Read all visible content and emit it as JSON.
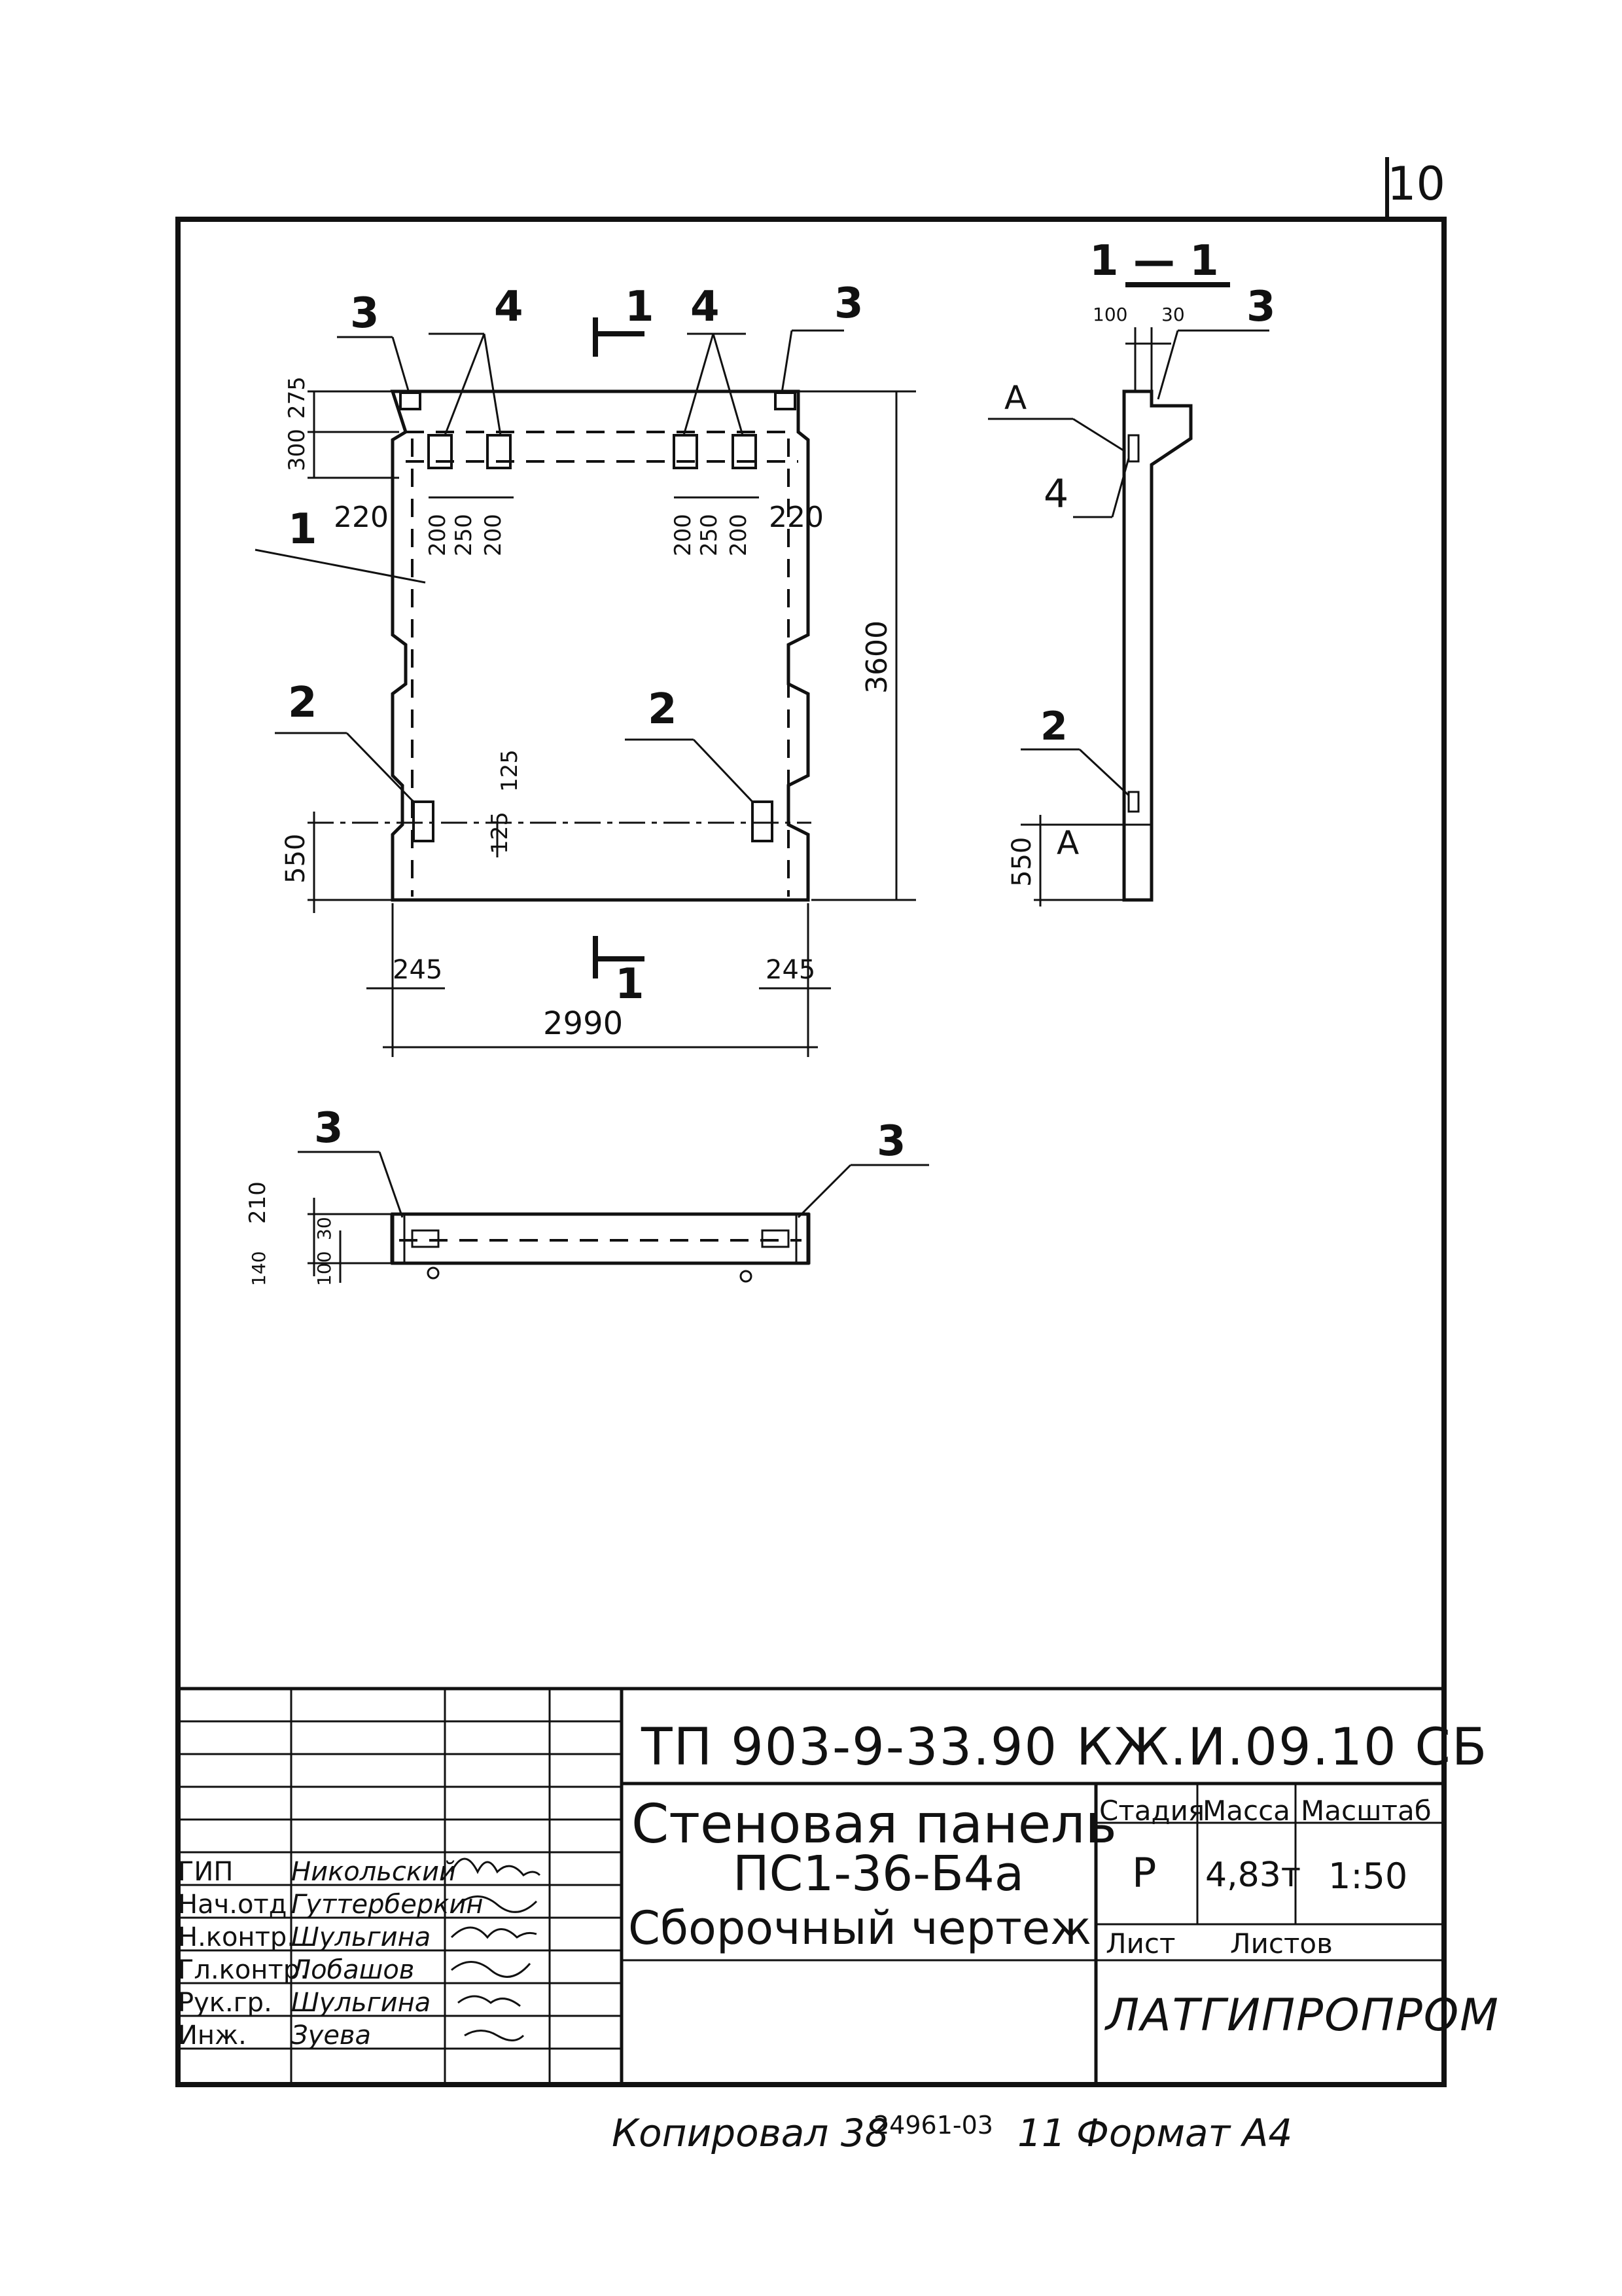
{
  "sheet_number": "10",
  "section_label": "1 — 1",
  "plan_view": {
    "dim_labels": [
      "275",
      "300",
      "220",
      "200",
      "250",
      "200",
      "200",
      "250",
      "200",
      "220",
      "3600",
      "125",
      "125",
      "550",
      "245",
      "245",
      "2990"
    ],
    "callouts": [
      "3",
      "4",
      "1",
      "4",
      "3",
      "1",
      "2",
      "2"
    ],
    "cut_mark": "1"
  },
  "section_view": {
    "dims": [
      "100",
      "30",
      "550"
    ],
    "callouts": [
      "3",
      "4",
      "2"
    ],
    "marks": [
      "А",
      "А"
    ]
  },
  "edge_view": {
    "dims": [
      "210",
      "30",
      "100",
      "140"
    ],
    "callouts": [
      "3",
      "3"
    ]
  },
  "title_block": {
    "project_code": "ТП 903-9-33.90",
    "doc_code": "КЖ.И.09.10 СБ",
    "title_line1": "Стеновая панель",
    "title_line2": "ПС1-36-Б4а",
    "title_line3": "Сборочный чертеж",
    "stage_header": "Стадия",
    "mass_header": "Масса",
    "scale_header": "Масштаб",
    "stage_value": "Р",
    "mass_value": "4,83т",
    "scale_value": "1:50",
    "sheet_label": "Лист",
    "sheets_label": "Листов",
    "organization": "ЛАТГИПРОПРОМ",
    "signatures": [
      {
        "role": "ГИП",
        "name": "Никольский"
      },
      {
        "role": "Нач.отд",
        "name": "Гуттерберкин"
      },
      {
        "role": "Н.контр.",
        "name": "Шульгина"
      },
      {
        "role": "Гл.контр.",
        "name": "Лобашов"
      },
      {
        "role": "Рук.гр.",
        "name": "Шульгина"
      },
      {
        "role": "Инж.",
        "name": "Зуева"
      }
    ]
  },
  "footer": {
    "copied": "Копировал",
    "copied_mark": "38",
    "order": "24961-03",
    "num": "11",
    "format": "Формат А4"
  }
}
